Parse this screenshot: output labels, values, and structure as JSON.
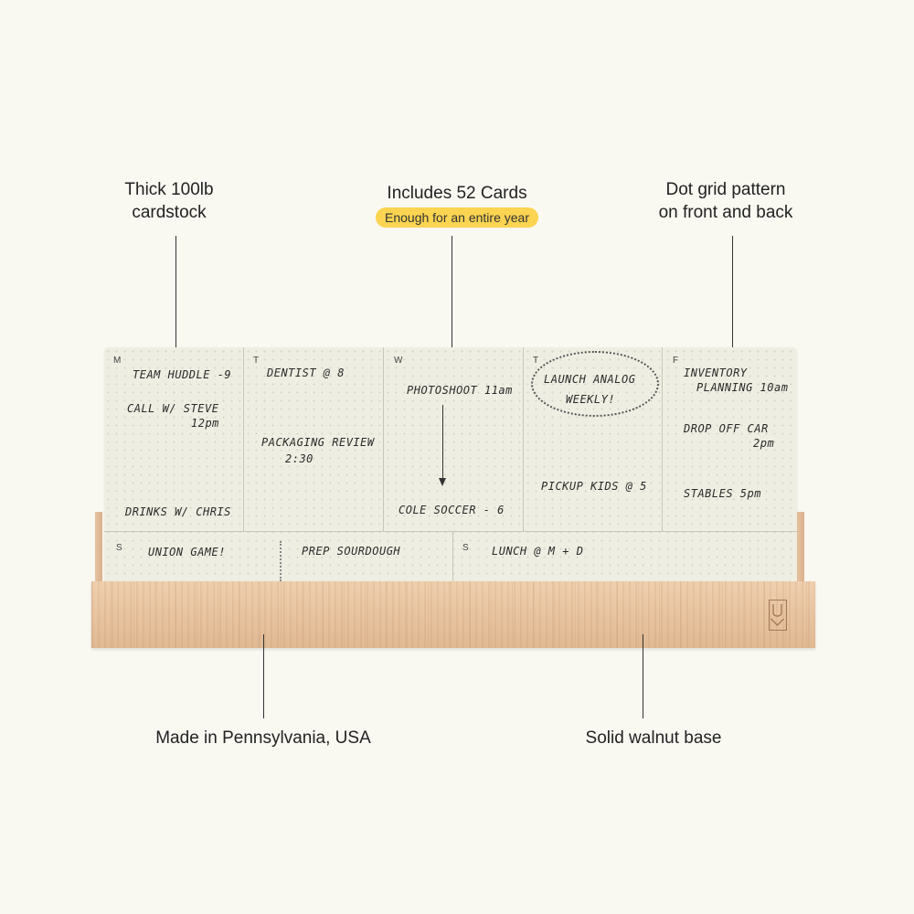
{
  "callouts": {
    "cardstock": [
      "Thick 100lb",
      "cardstock"
    ],
    "cards": {
      "title": "Includes 52 Cards",
      "pill": "Enough for an entire year"
    },
    "dotgrid": [
      "Dot grid pattern",
      "on front and back"
    ],
    "made_in": "Made in Pennsylvania, USA",
    "base": "Solid walnut base"
  },
  "card": {
    "days": {
      "mon": "M",
      "tue": "T",
      "wed": "W",
      "thu": "T",
      "fri": "F",
      "sat": "S",
      "sun": "S"
    },
    "mon": {
      "e1": "TEAM HUDDLE -9",
      "e2a": "CALL W/ STEVE",
      "e2b": "12pm",
      "e3": "DRINKS W/ CHRIS"
    },
    "tue": {
      "e1": "DENTIST @ 8",
      "e2a": "PACKAGING REVIEW",
      "e2b": "2:30"
    },
    "wed": {
      "e1": "PHOTOSHOOT  11am",
      "e2": "COLE SOCCER - 6"
    },
    "thu": {
      "e1a": "LAUNCH ANALOG",
      "e1b": "WEEKLY!",
      "e2": "PICKUP KIDS @ 5"
    },
    "fri": {
      "e1a": "INVENTORY",
      "e1b": "PLANNING  10am",
      "e2a": "DROP OFF CAR",
      "e2b": "2pm",
      "e3": "STABLES  5pm"
    },
    "sat": {
      "e1": "UNION GAME!",
      "e2": "PREP SOURDOUGH"
    },
    "sun": {
      "e1": "LUNCH @ M + D"
    }
  },
  "colors": {
    "background": "#f9f8f1",
    "pill": "#fbd451",
    "card": "#efeee3",
    "wood": "#e8c4a0"
  },
  "icons": {
    "logo": "uv-logo-icon",
    "arrow": "down-arrow-icon"
  }
}
